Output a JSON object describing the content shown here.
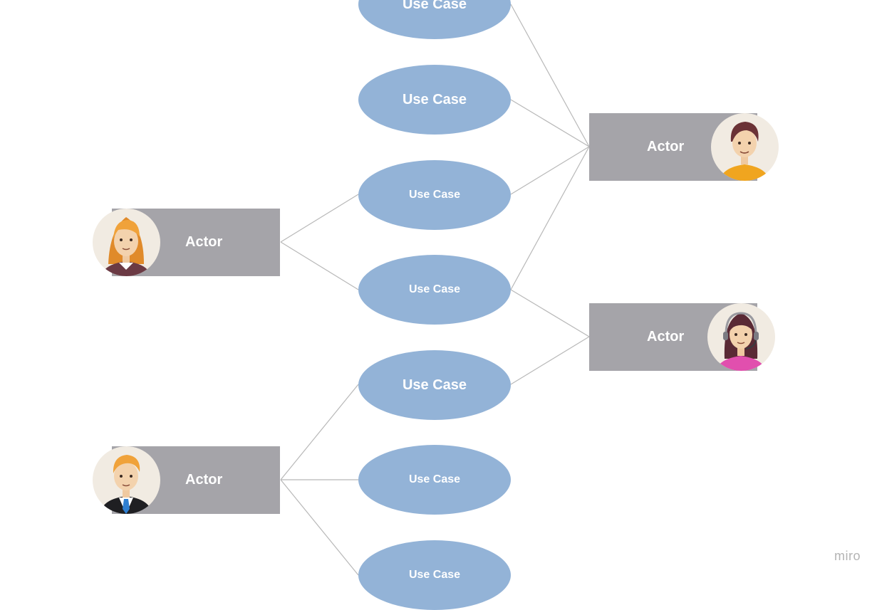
{
  "diagram": {
    "use_cases": [
      {
        "id": "uc1",
        "label": "Use Case"
      },
      {
        "id": "uc2",
        "label": "Use Case"
      },
      {
        "id": "uc3",
        "label": "Use Case"
      },
      {
        "id": "uc4",
        "label": "Use Case"
      },
      {
        "id": "uc5",
        "label": "Use Case"
      },
      {
        "id": "uc6",
        "label": "Use Case"
      },
      {
        "id": "uc7",
        "label": "Use Case"
      }
    ],
    "actors": [
      {
        "id": "actor_left_top",
        "label": "Actor",
        "avatar": "woman-blonde-avatar-icon"
      },
      {
        "id": "actor_left_bottom",
        "label": "Actor",
        "avatar": "businessman-avatar-icon"
      },
      {
        "id": "actor_right_top",
        "label": "Actor",
        "avatar": "man-avatar-icon"
      },
      {
        "id": "actor_right_bottom",
        "label": "Actor",
        "avatar": "support-agent-headset-avatar-icon"
      }
    ],
    "connections": [
      [
        "actor_left_top",
        "uc3"
      ],
      [
        "actor_left_top",
        "uc4"
      ],
      [
        "actor_left_bottom",
        "uc5"
      ],
      [
        "actor_left_bottom",
        "uc6"
      ],
      [
        "actor_left_bottom",
        "uc7"
      ],
      [
        "actor_right_top",
        "uc1"
      ],
      [
        "actor_right_top",
        "uc2"
      ],
      [
        "actor_right_top",
        "uc3"
      ],
      [
        "actor_right_top",
        "uc4"
      ],
      [
        "actor_right_bottom",
        "uc4"
      ],
      [
        "actor_right_bottom",
        "uc5"
      ]
    ]
  },
  "colors": {
    "use_case_fill": "#93b3d7",
    "actor_fill": "#a5a4a9",
    "connector": "#b8b8b8",
    "label": "#ffffff"
  },
  "watermark": "miro"
}
